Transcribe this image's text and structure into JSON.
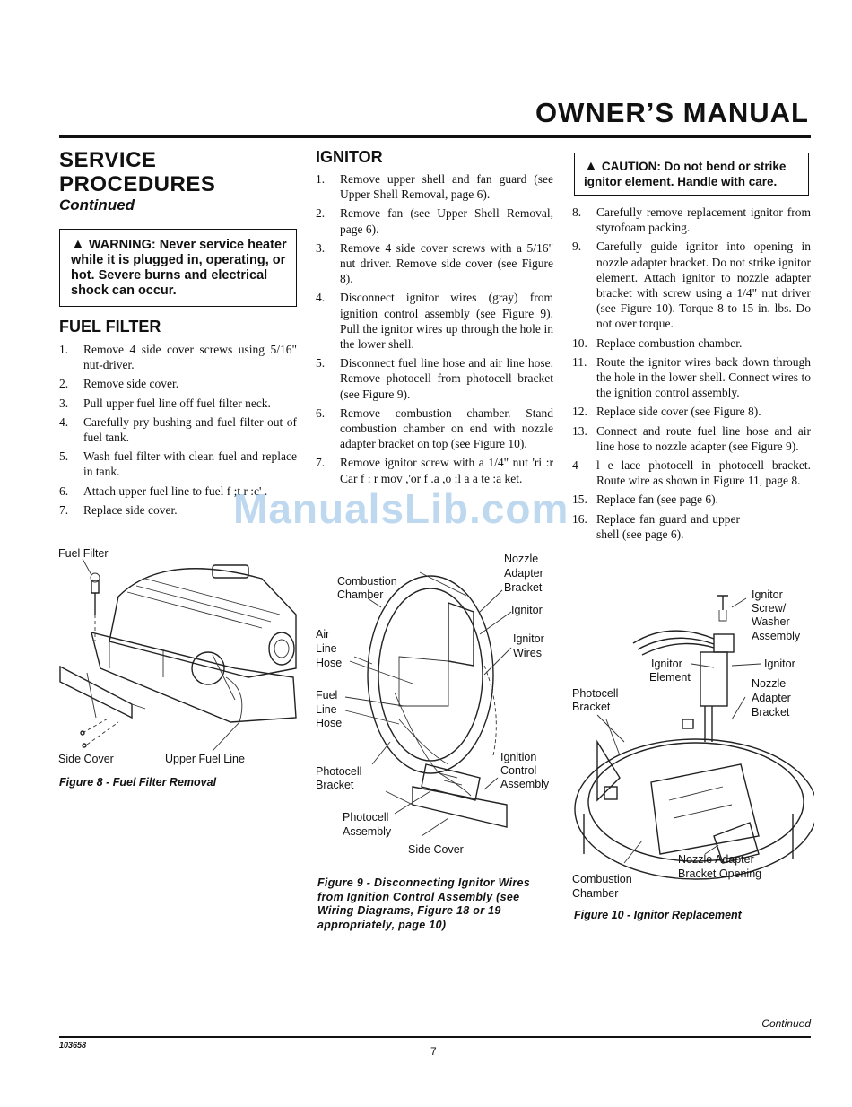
{
  "header": {
    "title": "OWNER’S MANUAL"
  },
  "col1": {
    "title_line1": "SERVICE",
    "title_line2": "PROCEDURES",
    "subtitle": "Continued",
    "warning": "WARNING: Never service heater while it is plugged in, operating, or hot. Severe burns and electrical shock can occur.",
    "fuel_filter_title": "FUEL FILTER",
    "steps": [
      {
        "n": "1.",
        "text": "Remove 4 side cover screws using 5/16\" nut-driver."
      },
      {
        "n": "2.",
        "text": "Remove side cover."
      },
      {
        "n": "3.",
        "text": "Pull upper fuel line off fuel filter neck."
      },
      {
        "n": "4.",
        "text": "Carefully pry bushing and fuel filter out of fuel tank."
      },
      {
        "n": "5.",
        "text": "Wash fuel filter with clean fuel and replace in tank."
      },
      {
        "n": "6.",
        "text": "Attach upper fuel line to fuel f ;t r :c' ."
      },
      {
        "n": "7.",
        "text": "Replace side cover."
      }
    ],
    "figure": {
      "labels": {
        "fuel_filter": "Fuel Filter",
        "side_cover": "Side Cover",
        "upper_fuel_line": "Upper Fuel Line"
      },
      "caption": "Figure 8 - Fuel Filter Removal"
    }
  },
  "col2": {
    "title": "IGNITOR",
    "steps": [
      {
        "n": "1.",
        "text": "Remove upper shell and fan guard (see Upper Shell Removal, page 6)."
      },
      {
        "n": "2.",
        "text": "Remove fan (see Upper Shell Removal, page 6)."
      },
      {
        "n": "3.",
        "text": "Remove 4 side cover screws with a 5/16\" nut driver. Remove side cover (see Figure 8)."
      },
      {
        "n": "4.",
        "text": "Disconnect ignitor wires (gray) from ignition control assembly (see Figure 9). Pull the ignitor wires up through the hole in the lower shell."
      },
      {
        "n": "5.",
        "text": "Disconnect fuel line hose and air line hose. Remove photocell from photocell bracket (see Figure 9)."
      },
      {
        "n": "6.",
        "text": "Remove combustion chamber. Stand combustion chamber on end with nozzle adapter bracket on top (see Figure 10)."
      },
      {
        "n": "7.",
        "text": "Remove ignitor screw with a 1/4\" nut 'ri :r Car f : r mov ,'or f .a ,o :l a a te :a ket."
      }
    ],
    "figure": {
      "labels": {
        "nozzle": "Nozzle",
        "adapter": "Adapter",
        "bracket": "Bracket",
        "combustion": "Combustion",
        "chamber": "Chamber",
        "ignitor": "Ignitor",
        "ignitor_wires_1": "Ignitor",
        "ignitor_wires_2": "Wires",
        "air": "Air",
        "line": "Line",
        "hose": "Hose",
        "fuel": "Fuel",
        "line2": "Line",
        "hose2": "Hose",
        "ignition": "Ignition",
        "control": "Control",
        "assembly": "Assembly",
        "photocell": "Photocell",
        "bracket2": "Bracket",
        "photocell2": "Photocell",
        "assembly2": "Assembly",
        "side_cover": "Side Cover"
      },
      "caption": "Figure 9 - Disconnecting Ignitor Wires from Ignition Control Assembly (see Wiring Diagrams, Figure 18 or 19 appropriately, page 10)"
    }
  },
  "col3": {
    "caution": "CAUTION: Do not bend or strike ignitor element. Handle with care.",
    "steps": [
      {
        "n": "8.",
        "text": "Carefully remove replacement ignitor from styrofoam packing."
      },
      {
        "n": "9.",
        "text": "Carefully guide ignitor into opening in nozzle adapter bracket. Do not strike ignitor element. Attach ignitor to nozzle adapter bracket with screw using a 1/4\" nut driver (see Figure 10). Torque 8 to 15 in. lbs. Do not over torque."
      },
      {
        "n": "10.",
        "text": "Replace combustion chamber."
      },
      {
        "n": "11.",
        "text": "Route the ignitor wires back down through the hole in the lower shell. Connect wires to the ignition control assembly."
      },
      {
        "n": "12.",
        "text": "Replace side cover (see Figure 8)."
      },
      {
        "n": "13.",
        "text": "Connect and route fuel line hose and air line hose to nozzle adapter (see Figure 9)."
      },
      {
        "n": "4",
        "text": "l e lace photocell in photocell bracket. Route wire as shown in Figure 11, page 8."
      },
      {
        "n": "15.",
        "text": "Replace fan (see page 6)."
      },
      {
        "n": "16.",
        "text": "Replace fan guard and upper shell (see page 6)."
      }
    ],
    "figure": {
      "labels": {
        "ignitor_screw_washer_1": "Ignitor",
        "ignitor_screw_washer_2": "Screw/",
        "ignitor_screw_washer_3": "Washer",
        "ignitor_screw_washer_4": "Assembly",
        "ignitor_element_1": "Ignitor",
        "ignitor_element_2": "Element",
        "ignitor": "Ignitor",
        "photocell_1": "Photocell",
        "photocell_2": "Bracket",
        "nozzle_1": "Nozzle",
        "nozzle_2": "Adapter",
        "nozzle_3": "Bracket",
        "combustion_1": "Combustion",
        "combustion_2": "Chamber",
        "opening_1": "Nozzle Adapter",
        "opening_2": "Bracket Opening"
      },
      "caption": "Figure 10 - Ignitor Replacement"
    }
  },
  "footer": {
    "code": "103658",
    "page": "7",
    "continued": "Continued"
  },
  "watermark": "ManualsLib.com"
}
